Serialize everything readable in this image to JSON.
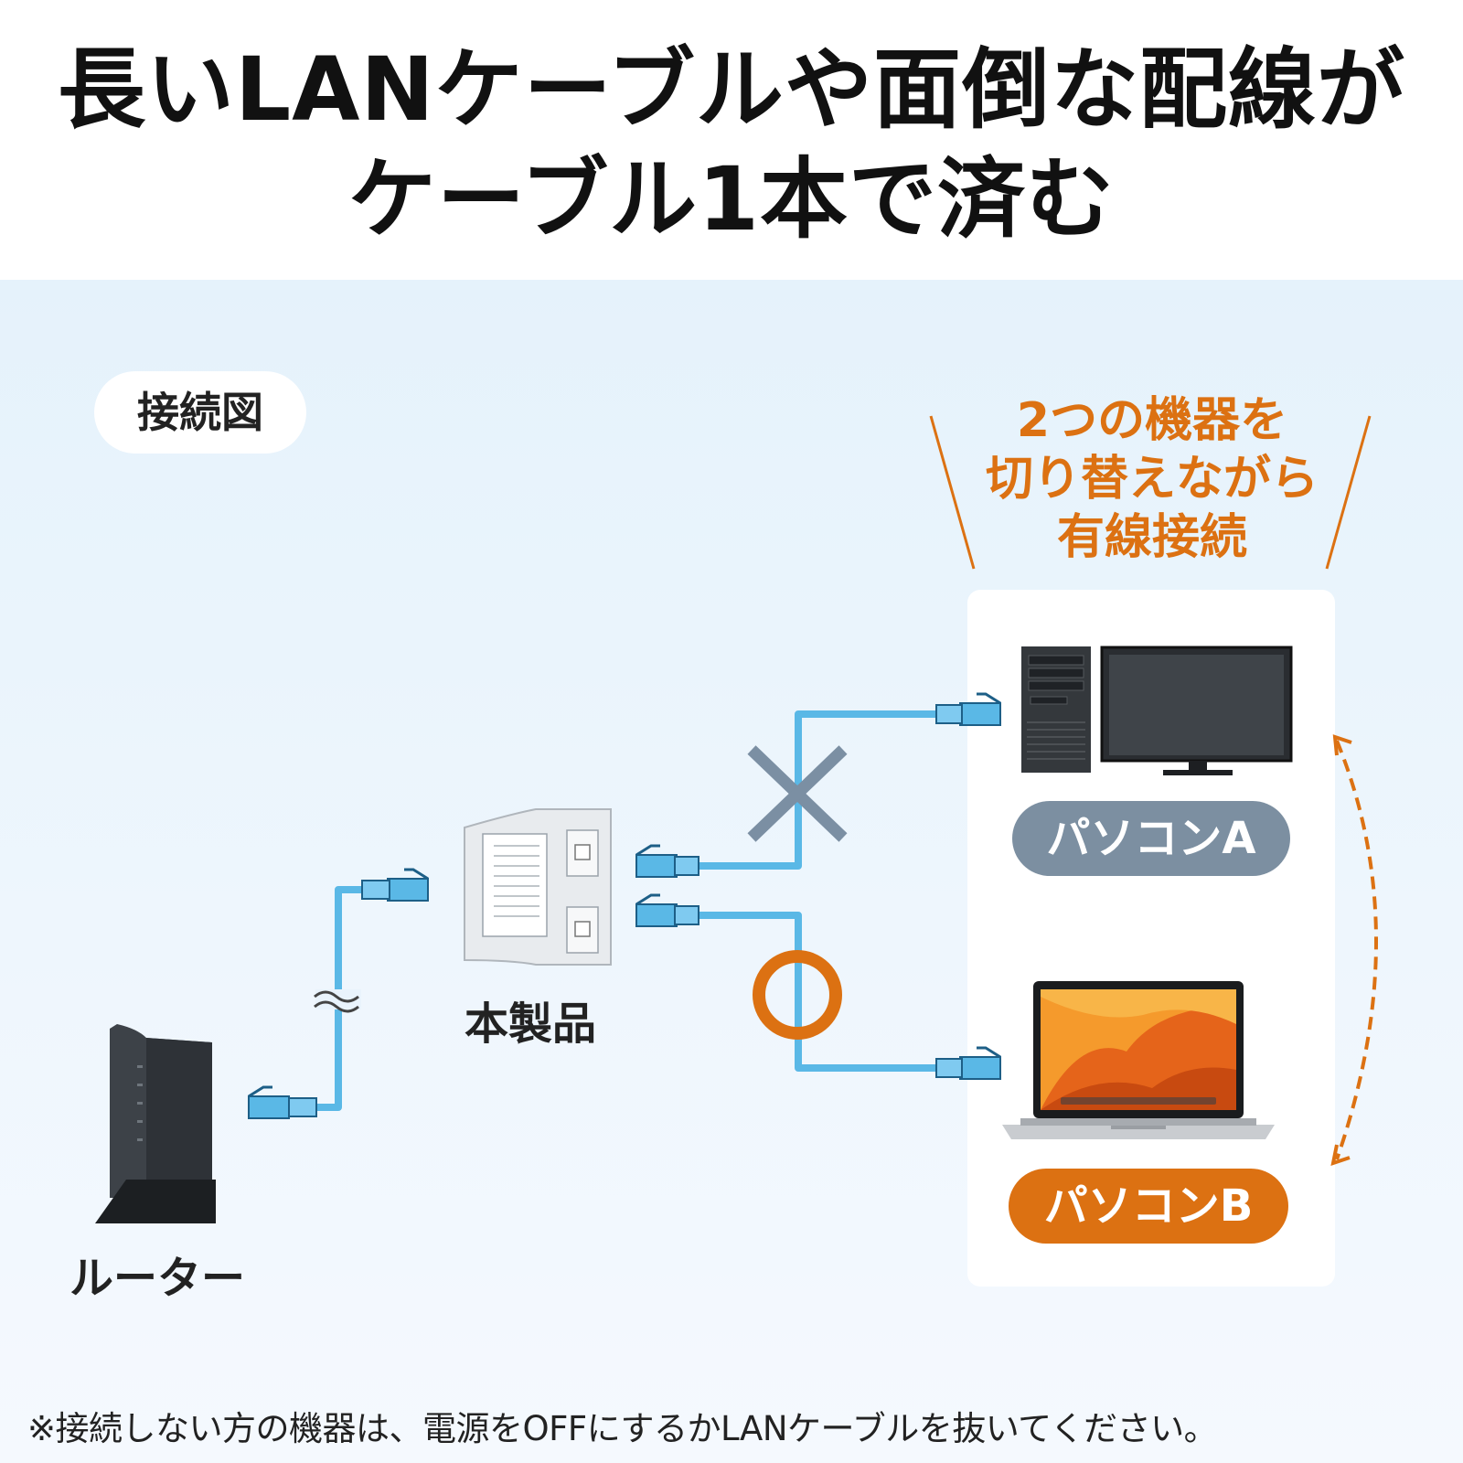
{
  "header": {
    "title_line1": "長いLANケーブルや面倒な配線が",
    "title_line2": "ケーブル1本で済む"
  },
  "diagram": {
    "badge": "接続図",
    "switch_note": {
      "line1": "2つの機器を",
      "line2": "切り替えながら",
      "line3": "有線接続"
    },
    "pc_a_label": "パソコンA",
    "pc_b_label": "パソコンB",
    "product_label": "本製品",
    "router_label": "ルーター"
  },
  "footnote": "※接続しない方の機器は、電源をOFFにするかLANケーブルを抜いてください。",
  "colors": {
    "cable": "#5ab8e6",
    "orange": "#dc7112",
    "cross": "#7b8fa3",
    "pill_a": "#7c8fa1"
  }
}
